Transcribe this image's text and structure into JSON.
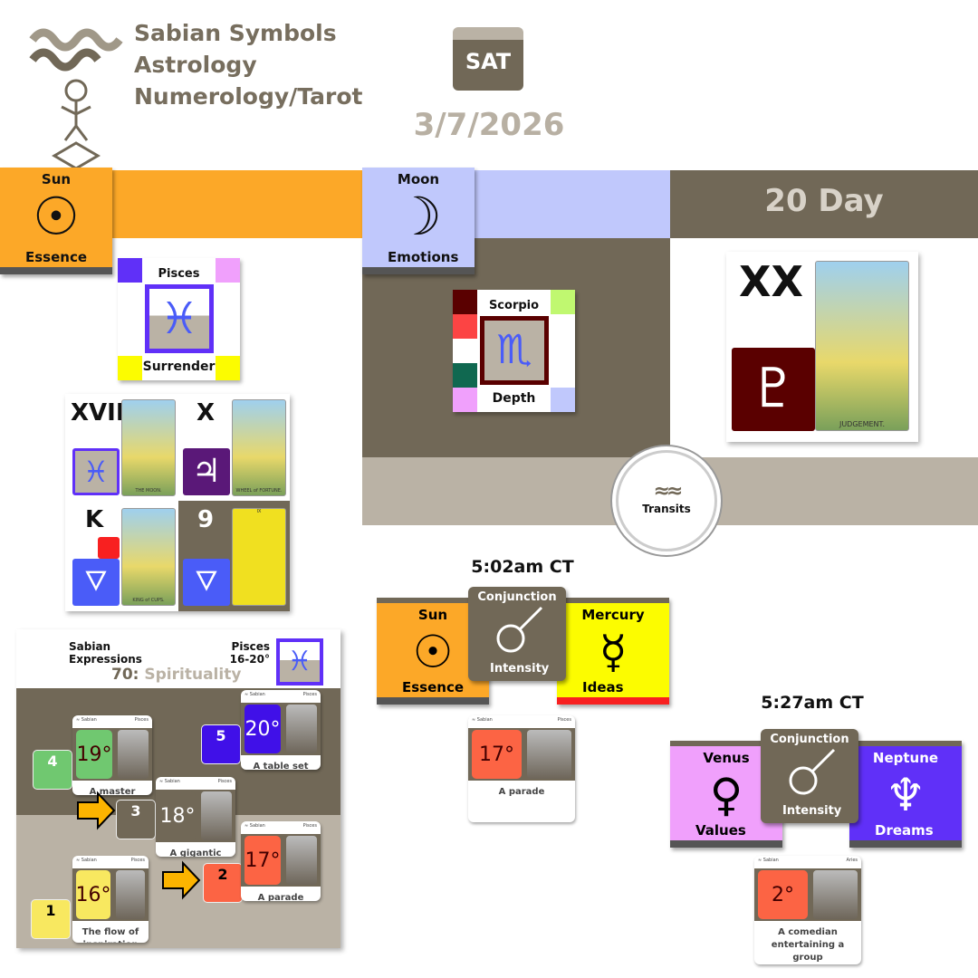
{
  "header": {
    "title_lines": [
      "Sabian Symbols",
      "Astrology",
      "Numerology/Tarot"
    ],
    "weekday": "SAT",
    "date": "3/7/2026"
  },
  "colors": {
    "orange": "#fca828",
    "moon_blue": "#c0c8fc",
    "brown": "#716857",
    "beige": "#bab2a5",
    "yellow": "#fcfc00",
    "venus": "#f0a0fc",
    "neptune": "#6030f8",
    "pisces_blue": "#4a5cf8"
  },
  "sun": {
    "name": "Sun",
    "symbol": "☉",
    "keyword": "Essence"
  },
  "moon": {
    "name": "Moon",
    "symbol": "☽",
    "keyword": "Emotions"
  },
  "day": {
    "label": "20 Day",
    "roman": "XX",
    "card": "JUDGEMENT.",
    "ruler_symbol": "♇"
  },
  "sun_sign": {
    "sign": "Pisces",
    "symbol": "♓",
    "keyword": "Surrender"
  },
  "moon_sign": {
    "sign": "Scorpio",
    "symbol": "♏",
    "keyword": "Depth"
  },
  "tarot": [
    {
      "label": "XVIII",
      "card": "THE MOON.",
      "symbol": "♓"
    },
    {
      "label": "X",
      "card": "WHEEL of FORTUNE.",
      "symbol": "♃"
    },
    {
      "label": "K",
      "card": "KING of CUPS.",
      "symbol": "🜄"
    },
    {
      "label": "9",
      "card": "IX",
      "symbol": "🜄"
    }
  ],
  "transits_badge": "Transits",
  "expressions": {
    "title_lines": [
      "Sabian",
      "Expressions"
    ],
    "range_lines": [
      "Pisces",
      "16-20°"
    ],
    "number": "70:",
    "theme": "Spirituality",
    "cards": [
      {
        "step": "1",
        "deg": "16°",
        "text": "The flow of inspiration",
        "color": "#f8e860",
        "sign": "Pisces"
      },
      {
        "step": "2",
        "deg": "17°",
        "text": "A parade",
        "color": "#fc6444",
        "sign": "Pisces"
      },
      {
        "step": "3",
        "deg": "18°",
        "text": "A gigantic tent",
        "color": "#716857",
        "sign": "Pisces"
      },
      {
        "step": "4",
        "deg": "19°",
        "text": "A master instructing his pupil",
        "color": "#70c870",
        "sign": "Pisces"
      },
      {
        "step": "5",
        "deg": "20°",
        "text": "A table set for an evening meal",
        "color": "#4010e8",
        "sign": "Pisces"
      }
    ]
  },
  "transits": [
    {
      "time": "5:02am CT",
      "aspect": "Conjunction",
      "aspect_keyword": "Intensity",
      "left": {
        "name": "Sun",
        "symbol": "☉",
        "keyword": "Essence"
      },
      "right": {
        "name": "Mercury",
        "symbol": "☿",
        "keyword": "Ideas"
      },
      "sabian": {
        "deg": "17°",
        "text": "A parade",
        "sign": "Pisces",
        "header": "Sabian Symbols"
      }
    },
    {
      "time": "5:27am CT",
      "aspect": "Conjunction",
      "aspect_keyword": "Intensity",
      "left": {
        "name": "Venus",
        "symbol": "♀",
        "keyword": "Values"
      },
      "right": {
        "name": "Neptune",
        "symbol": "♆",
        "keyword": "Dreams"
      },
      "sabian": {
        "deg": "2°",
        "text": "A comedian entertaining a group",
        "sign": "Aries",
        "header": "Sabian Symbols"
      }
    }
  ]
}
